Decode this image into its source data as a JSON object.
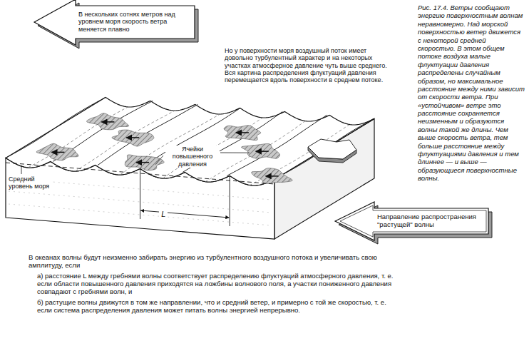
{
  "diagram": {
    "caption": "Рис. 17.4. Ветры сообщают энергию поверхностным волнам неравномерно. Над морской поверхностью ветер движется с некоторой средней скоростью. В этом общем потоке воздуха малые флуктуации давления распределены случайным образом, но максимальное расстояние между ними зависит от скорости ветра. При «устойчивом» ветре это расстояние сохраняется неизменным и образуются волны такой же длины. Чем выше скорость ветра, тем больше расстояние между флуктуациями давления и тем длиннее — и выше — образующиеся поверхностные волны.",
    "nodes": [
      {
        "text": [
          "В нескольких сотнях метров над уровнем моря скорость ветра меняется плавно"
        ]
      },
      {
        "text": [
          "Направление распространения \"растущей\" волны"
        ]
      }
    ],
    "labels": [
      "Но у поверхности моря воздушный поток имеет довольно турбулентный характер и на некоторых участках атмосферное давление чуть выше среднего. Вся картина распределения флуктуаций давления перемещается вдоль поверхности в среднем потоке.",
      "Ячейки повышенного давления",
      "Средний уровень моря",
      "L",
      "В океанах волны будут неизменно забирать энергию из турбулентного воздушного потока и увеличивать свою амплитуду, если",
      "а) расстояние L между гребнями волны соответствует распределению флуктуаций атмосферного давления, т. е. если области повышенного давления приходятся на ложбины волнового поля, а участки пониженного давления совпадают с гребнями волн, и",
      "б) растущие волны движутся в том же направлении, что и средний ветер, и примерно с той же скоростью, т. е. если система распределения давления может питать волны энергией непрерывно."
    ]
  }
}
